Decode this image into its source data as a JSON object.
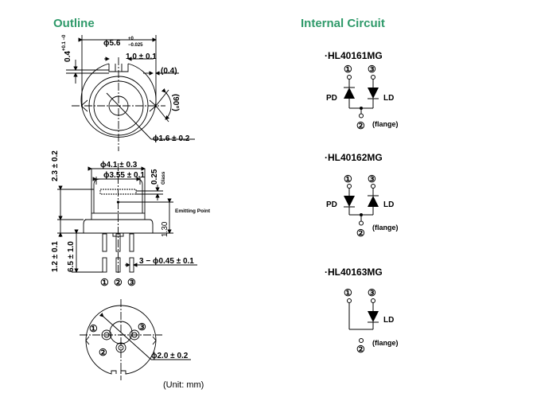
{
  "outline": {
    "title": "Outline",
    "top_view": {
      "dia_outer": "ϕ5.6",
      "dia_outer_tol_upper": "+0",
      "dia_outer_tol_lower": "−0.025",
      "notch_width": "1.0 ± 0.1",
      "flange_gap": "(0.4)",
      "notch_depth": "0.4",
      "notch_depth_tol": "+0.1 −0",
      "angle": "(90°)",
      "window_dia": "ϕ1.6 ± 0.2"
    },
    "side_view": {
      "cap_dia": "ϕ4.1 ± 0.3",
      "window_dia": "ϕ3.55 ± 0.1",
      "glass_thickness": "0.25",
      "glass_label": "Glass",
      "emitting_point_label": "Emitting Point",
      "emitting_height": "1.30",
      "cap_height": "2.3 ± 0.2",
      "flange_thickness": "1.2 ± 0.1",
      "lead_length": "6.5 ± 1.0",
      "lead_dia": "3 − ϕ0.45 ± 0.1",
      "pin_labels": [
        "①",
        "②",
        "③"
      ]
    },
    "bottom_view": {
      "pin_circle_dia": "ϕ2.0 ± 0.2",
      "pin_labels": [
        "①",
        "②",
        "③"
      ]
    },
    "unit_note": "(Unit: mm)"
  },
  "internal_circuit": {
    "title": "Internal Circuit",
    "models": [
      {
        "name": "·HL40161MG",
        "pins": [
          "①",
          "③",
          "②"
        ],
        "pd_label": "PD",
        "ld_label": "LD",
        "flange_label": "(flange)"
      },
      {
        "name": "·HL40162MG",
        "pins": [
          "①",
          "③",
          "②"
        ],
        "pd_label": "PD",
        "ld_label": "LD",
        "flange_label": "(flange)"
      },
      {
        "name": "·HL40163MG",
        "pins": [
          "①",
          "③",
          "②"
        ],
        "ld_label": "LD",
        "flange_label": "(flange)"
      }
    ]
  }
}
